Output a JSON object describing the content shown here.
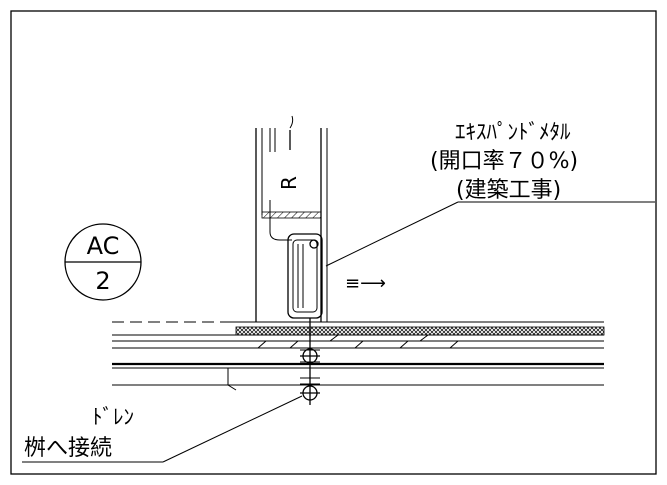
{
  "callout_material": {
    "line1": "ｴｷｽﾊﾟﾝﾄﾞﾒﾀﾙ",
    "line2": "(開口率７０%)",
    "line3": "(建築工事)"
  },
  "section_tag": {
    "top": "AC",
    "bottom": "2"
  },
  "callout_drain": {
    "line1": "ﾄﾞﾚﾝ",
    "line2": "桝へ接続"
  },
  "pipe_label": "R",
  "airflow_arrow": "≡⟶"
}
